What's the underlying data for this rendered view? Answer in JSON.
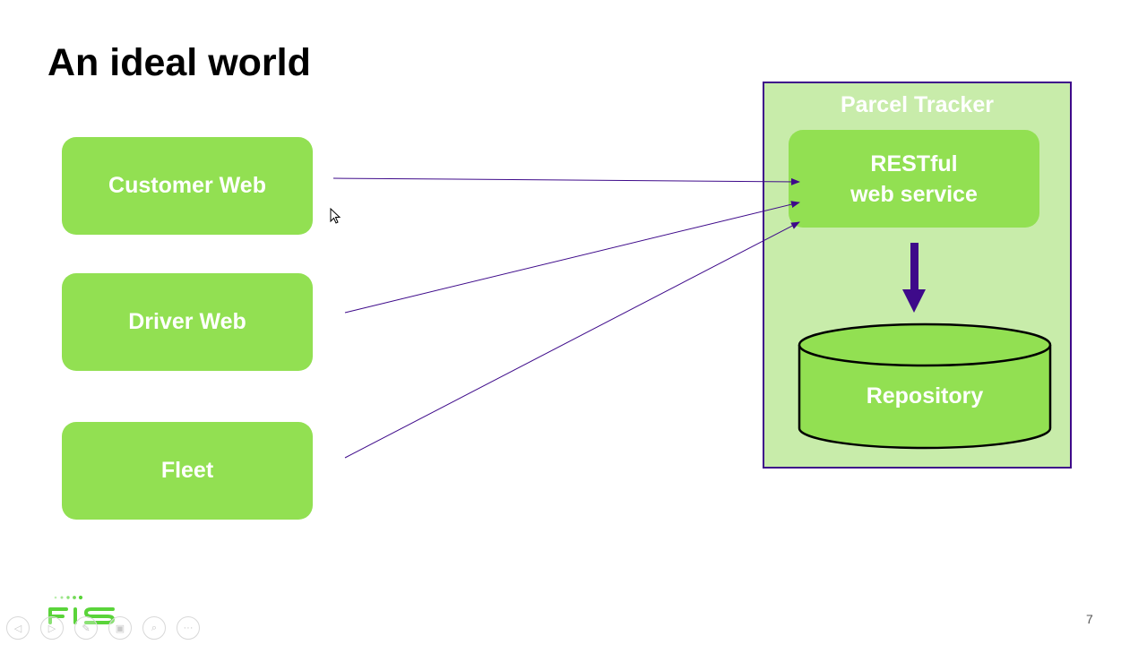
{
  "slide": {
    "title": "An ideal world",
    "page_number": "7"
  },
  "clients": [
    {
      "label": "Customer Web"
    },
    {
      "label": "Driver Web"
    },
    {
      "label": "Fleet"
    }
  ],
  "system": {
    "title": "Parcel Tracker",
    "service_line1": "RESTful",
    "service_line2": "web service",
    "repository": "Repository"
  },
  "colors": {
    "box_green": "#92e052",
    "container_green": "#c8ecaa",
    "arrow_purple": "#3e0a8a",
    "logo_green": "#5ad43a"
  },
  "logo": {
    "text": "FIS"
  },
  "nav_controls": [
    {
      "name": "previous",
      "glyph": "◁"
    },
    {
      "name": "next",
      "glyph": "▷"
    },
    {
      "name": "pen",
      "glyph": "✎"
    },
    {
      "name": "slides",
      "glyph": "▣"
    },
    {
      "name": "zoom",
      "glyph": "⌕"
    },
    {
      "name": "more",
      "glyph": "···"
    }
  ]
}
